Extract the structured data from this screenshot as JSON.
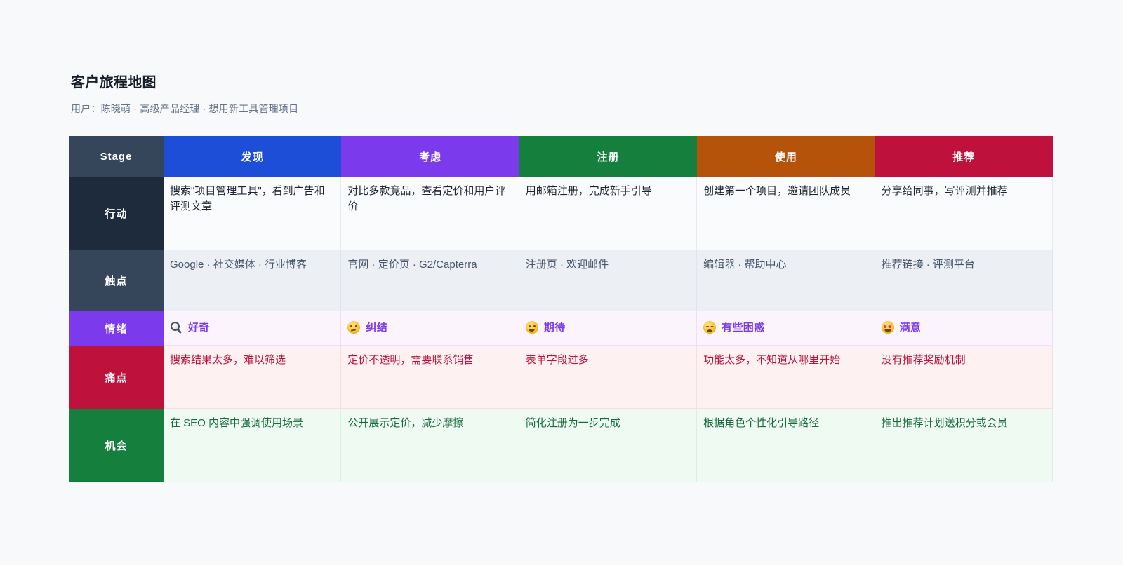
{
  "page": {
    "title": "客户旅程地图",
    "subtitle": "用户：陈晓萌 · 高级产品经理 · 想用新工具管理项目",
    "background": "#f8f9fb"
  },
  "table": {
    "stage_header": "Stage",
    "stage_header_color": "#35465b",
    "columns": [
      {
        "label": "发现",
        "color": "#1d4ed8"
      },
      {
        "label": "考虑",
        "color": "#7c3aed"
      },
      {
        "label": "注册",
        "color": "#15803d"
      },
      {
        "label": "使用",
        "color": "#b45309"
      },
      {
        "label": "推荐",
        "color": "#be123c"
      }
    ],
    "rows": [
      {
        "label": "行动",
        "color": "#1d2b3d",
        "cells": [
          "搜索\"项目管理工具\"，看到广告和评测文章",
          "对比多款竞品，查看定价和用户评价",
          "用邮箱注册，完成新手引导",
          "创建第一个项目，邀请团队成员",
          "分享给同事，写评测并推荐"
        ]
      },
      {
        "label": "触点",
        "color": "#35465b",
        "cells": [
          "Google · 社交媒体 · 行业博客",
          "官网 · 定价页 · G2/Capterra",
          "注册页 · 欢迎邮件",
          "编辑器 · 帮助中心",
          "推荐链接 · 评测平台"
        ]
      },
      {
        "label": "情绪",
        "color": "#7c3aed",
        "cells": [
          {
            "emoji": "magnifier",
            "text": "好奇"
          },
          {
            "emoji": "thinking",
            "text": "纠结"
          },
          {
            "emoji": "smiling",
            "text": "期待"
          },
          {
            "emoji": "steam",
            "text": "有些困惑"
          },
          {
            "emoji": "heart-eyes",
            "text": "满意"
          }
        ]
      },
      {
        "label": "痛点",
        "color": "#be123c",
        "cells": [
          "搜索结果太多，难以筛选",
          "定价不透明，需要联系销售",
          "表单字段过多",
          "功能太多，不知道从哪里开始",
          "没有推荐奖励机制"
        ]
      },
      {
        "label": "机会",
        "color": "#15803d",
        "cells": [
          "在 SEO 内容中强调使用场景",
          "公开展示定价，减少摩擦",
          "简化注册为一步完成",
          "根据角色个性化引导路径",
          "推出推荐计划送积分或会员"
        ]
      }
    ]
  }
}
